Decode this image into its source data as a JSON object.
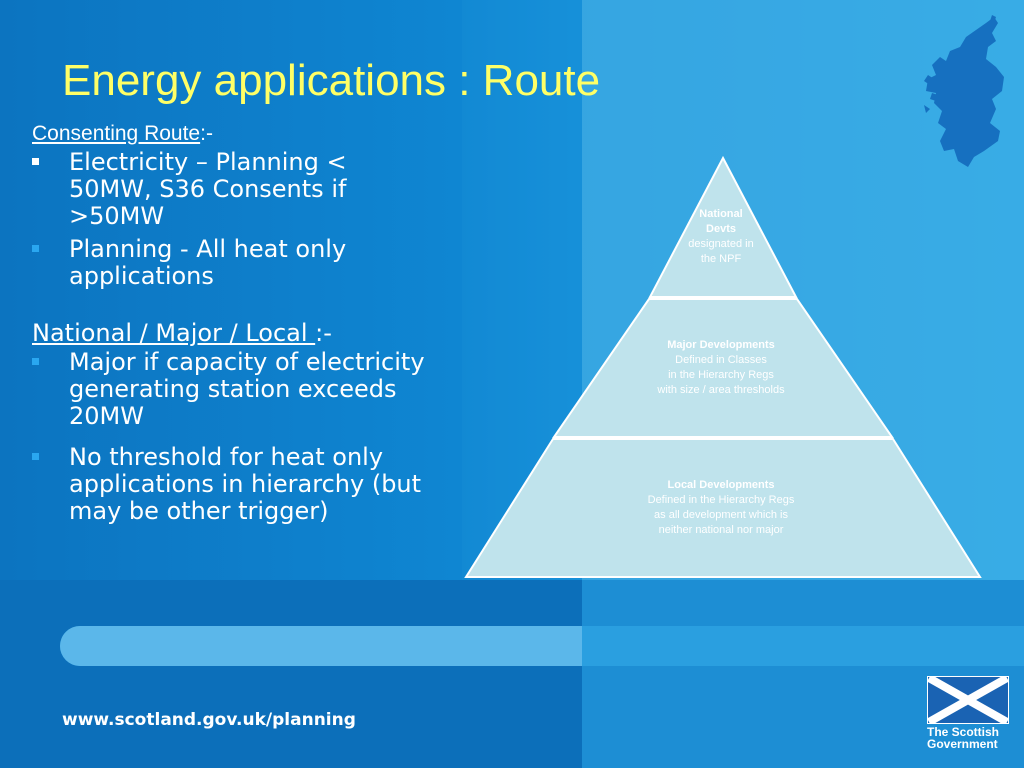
{
  "slide": {
    "title": "Energy applications : Route",
    "section1": {
      "heading": "Consenting Route",
      "heading_suffix": ":-",
      "bullets": [
        "Electricity – Planning < 50MW, S36 Consents if >50MW",
        "Planning - All heat only applications"
      ]
    },
    "section2": {
      "heading": "National / Major / Local ",
      "heading_suffix": ":-",
      "bullets": [
        "Major if capacity of electricity generating station exceeds 20MW",
        "No threshold for heat only applications in hierarchy (but may be other trigger)"
      ]
    },
    "pyramid": {
      "top": {
        "title_lines": [
          "National",
          "Devts"
        ],
        "desc_lines": [
          "designated in",
          "the NPF"
        ]
      },
      "middle": {
        "title": "Major Developments",
        "desc_lines": [
          "Defined in Classes",
          "in the Hierarchy Regs",
          "with size / area thresholds"
        ]
      },
      "bottom": {
        "title": "Local Developments",
        "desc_lines": [
          "Defined in the Hierarchy Regs",
          "as all development which is",
          "neither national nor major"
        ]
      }
    },
    "footer": {
      "url": "www.scotland.gov.uk/planning",
      "gov_line1": "The Scottish",
      "gov_line2": "Government"
    },
    "colors": {
      "title": "#ffff66",
      "pyramid_fill": "#bfe3ec",
      "background": "#0a7ac8"
    }
  }
}
